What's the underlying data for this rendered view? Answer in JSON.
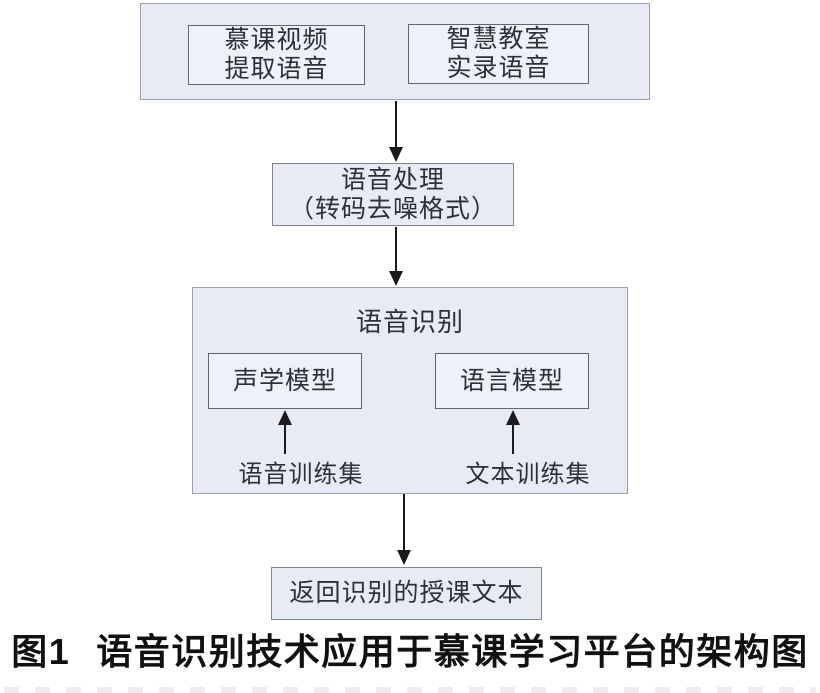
{
  "figure": {
    "input_sources": {
      "mooc_video": {
        "line1": "慕课视频",
        "line2": "提取语音"
      },
      "smart_classroom": {
        "line1": "智慧教室",
        "line2": "实录语音"
      }
    },
    "speech_processing": {
      "line1": "语音处理",
      "line2": "（转码去噪格式）"
    },
    "speech_recognition": {
      "title": "语音识别",
      "acoustic_model": "声学模型",
      "language_model": "语言模型",
      "speech_training_set": "语音训练集",
      "text_training_set": "文本训练集"
    },
    "output": {
      "label": "返回识别的授课文本"
    },
    "caption": {
      "figure_number": "图1",
      "title": "语音识别技术应用于慕课学习平台的架构图"
    }
  },
  "colors": {
    "box-fill": "#e8ebf3",
    "inner-box-fill": "#eef1f7",
    "output-box-fill": "#e7ebf2",
    "container-border": "#99a1ad",
    "inner-border": "#5f6672",
    "mid-border": "#7c8490",
    "line-color": "#1b1b1f",
    "text-color": "#2e3038",
    "caption-color": "#111111"
  }
}
